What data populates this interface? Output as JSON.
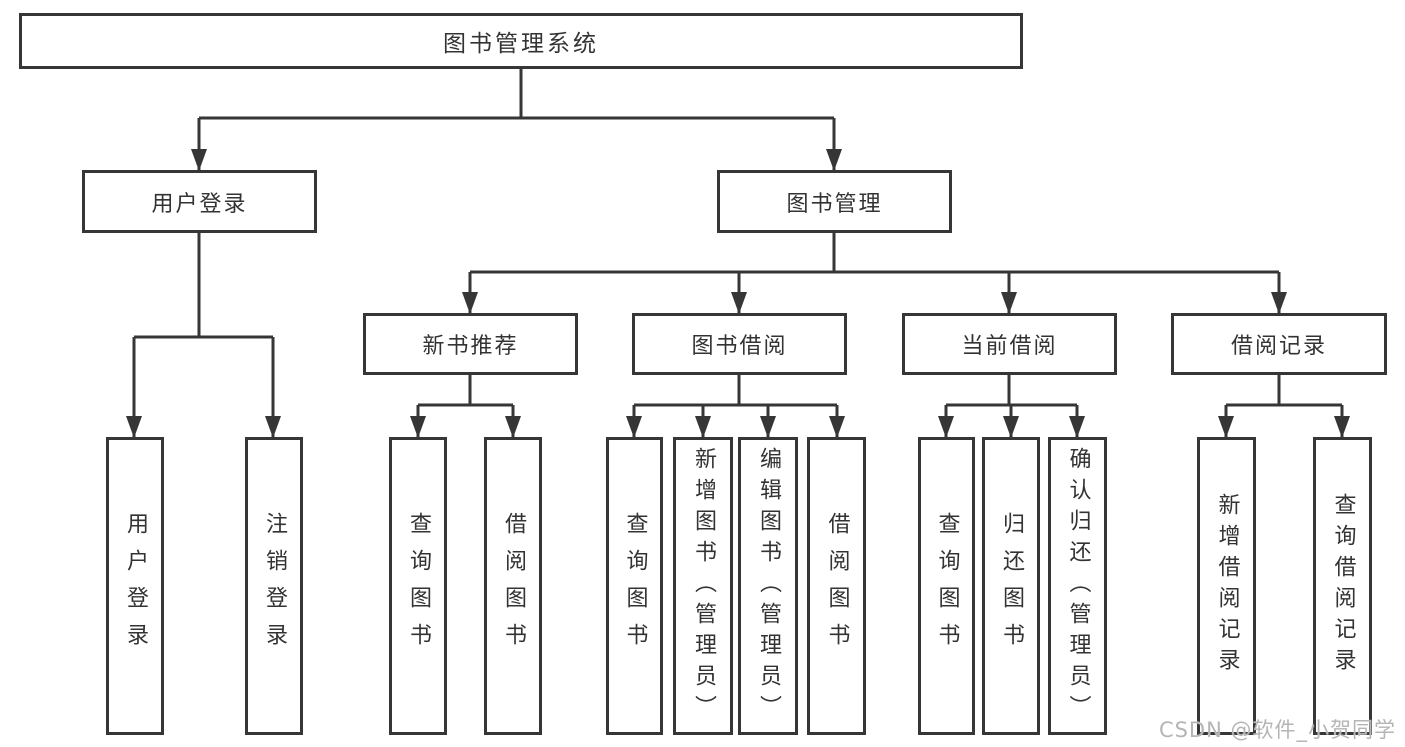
{
  "diagram": {
    "title": "图书管理系统",
    "type": "hierarchy-tree",
    "nodes": [
      {
        "id": "root",
        "label": "图书管理系统",
        "level": 1,
        "parent": null
      },
      {
        "id": "user-login",
        "label": "用户登录",
        "level": 2,
        "parent": "root"
      },
      {
        "id": "book-management",
        "label": "图书管理",
        "level": 2,
        "parent": "root"
      },
      {
        "id": "new-book-recommend",
        "label": "新书推荐",
        "level": 3,
        "parent": "book-management"
      },
      {
        "id": "book-borrowing",
        "label": "图书借阅",
        "level": 3,
        "parent": "book-management"
      },
      {
        "id": "current-borrowing",
        "label": "当前借阅",
        "level": 3,
        "parent": "book-management"
      },
      {
        "id": "borrow-records",
        "label": "借阅记录",
        "level": 3,
        "parent": "book-management"
      },
      {
        "id": "leaf-user-login",
        "label": "用户登录",
        "level": 4,
        "parent": "user-login"
      },
      {
        "id": "leaf-logout",
        "label": "注销登录",
        "level": 4,
        "parent": "user-login"
      },
      {
        "id": "leaf-nbr-query-book",
        "label": "查询图书",
        "level": 4,
        "parent": "new-book-recommend"
      },
      {
        "id": "leaf-nbr-borrow-book",
        "label": "借阅图书",
        "level": 4,
        "parent": "new-book-recommend"
      },
      {
        "id": "leaf-bb-query-book",
        "label": "查询图书",
        "level": 4,
        "parent": "book-borrowing"
      },
      {
        "id": "leaf-bb-add-book",
        "label": "新增图书（管理员）",
        "level": 4,
        "parent": "book-borrowing"
      },
      {
        "id": "leaf-bb-edit-book",
        "label": "编辑图书（管理员）",
        "level": 4,
        "parent": "book-borrowing"
      },
      {
        "id": "leaf-bb-borrow-book",
        "label": "借阅图书",
        "level": 4,
        "parent": "book-borrowing"
      },
      {
        "id": "leaf-cb-query-book",
        "label": "查询图书",
        "level": 4,
        "parent": "current-borrowing"
      },
      {
        "id": "leaf-cb-return-book",
        "label": "归还图书",
        "level": 4,
        "parent": "current-borrowing"
      },
      {
        "id": "leaf-cb-confirm",
        "label": "确认归还（管理员）",
        "level": 4,
        "parent": "current-borrowing"
      },
      {
        "id": "leaf-br-add-record",
        "label": "新增借阅记录",
        "level": 4,
        "parent": "borrow-records"
      },
      {
        "id": "leaf-br-query-record",
        "label": "查询借阅记录",
        "level": 4,
        "parent": "borrow-records"
      }
    ],
    "watermark": "CSDN @软件_小贺同学",
    "colors": {
      "line": "#363636",
      "box_border": "#363636",
      "box_background": "#ffffff",
      "text": "#333333",
      "watermark": "#b5b5b5",
      "background": "#ffffff"
    }
  }
}
